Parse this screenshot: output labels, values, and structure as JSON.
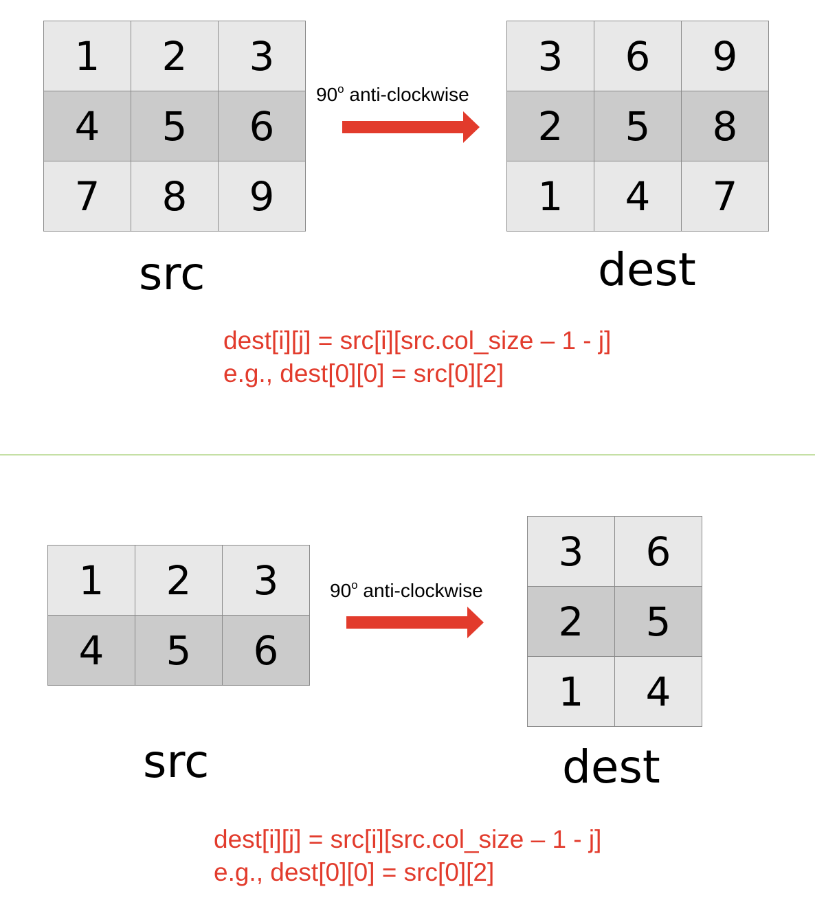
{
  "top": {
    "src": {
      "label": "src",
      "rows": [
        [
          "1",
          "2",
          "3"
        ],
        [
          "4",
          "5",
          "6"
        ],
        [
          "7",
          "8",
          "9"
        ]
      ]
    },
    "dest": {
      "label": "dest",
      "rows": [
        [
          "3",
          "6",
          "9"
        ],
        [
          "2",
          "5",
          "8"
        ],
        [
          "1",
          "4",
          "7"
        ]
      ]
    },
    "arrow": {
      "base": "90",
      "sup": "o",
      "text": " anti-clockwise"
    },
    "formula": {
      "line1": "dest[i][j] = src[i][src.col_size – 1 - j]",
      "line2": "e.g., dest[0][0] = src[0][2]"
    }
  },
  "bottom": {
    "src": {
      "label": "src",
      "rows": [
        [
          "1",
          "2",
          "3"
        ],
        [
          "4",
          "5",
          "6"
        ]
      ]
    },
    "dest": {
      "label": "dest",
      "rows": [
        [
          "3",
          "6"
        ],
        [
          "2",
          "5"
        ],
        [
          "1",
          "4"
        ]
      ]
    },
    "arrow": {
      "base": "90",
      "sup": "o",
      "text": " anti-clockwise"
    },
    "formula": {
      "line1": "dest[i][j] = src[i][src.col_size – 1 - j]",
      "line2": "e.g., dest[0][0] = src[0][2]"
    }
  },
  "colors": {
    "cell_light": "#e8e8e8",
    "cell_dark": "#cbcbcb",
    "arrow": "#e23b2c",
    "formula": "#e23b2c",
    "divider": "#c5e0a5"
  }
}
